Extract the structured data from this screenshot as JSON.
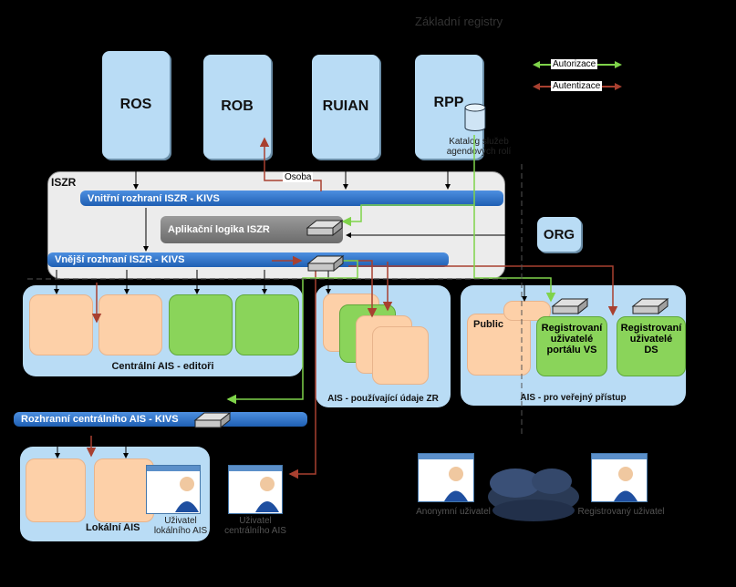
{
  "header": {
    "partial_title": "Základní registry"
  },
  "registries": {
    "ros": "ROS",
    "rob": "ROB",
    "ruian": "RUIAN",
    "rpp": "RPP"
  },
  "catalog": {
    "label_line1": "Katalog služeb",
    "label_line2": "agendových rolí"
  },
  "legend": {
    "authorization": "Autorizace",
    "authentication": "Autentizace",
    "authorization_color": "#7fd34a",
    "authentication_color": "#a84030"
  },
  "iszr": {
    "title": "ISZR",
    "internal_interface": "Vnitřní rozhraní ISZR  - KIVS",
    "app_logic": "Aplikační logika  ISZR",
    "external_interface": "Vnější rozhraní ISZR - KIVS",
    "osoba_label": "Osoba"
  },
  "org": "ORG",
  "central_ais": {
    "label": "Centrální AIS - editoři"
  },
  "ais_zr": {
    "label": "AIS -  používající údaje ZR"
  },
  "ais_public": {
    "label": "AIS -  pro veřejný přístup",
    "public": "Public",
    "reg_portal": [
      "Registrovaní",
      "uživatelé",
      "portálu VS"
    ],
    "reg_ds": [
      "Registrovaní",
      "uživatelé",
      "DS"
    ]
  },
  "central_interface": "Rozhranní centrálního AIS - KIVS",
  "local_ais": {
    "label": "Lokální AIS",
    "user_line1": "Uživatel",
    "user_line2": "lokálního AIS"
  },
  "central_user": {
    "line1": "Uživatel",
    "line2": "centrálního AIS"
  },
  "anon_user": "Anonymní uživatel",
  "registered_user": "Registrovaný uživatel",
  "colors": {
    "blue_box": "#b9dcf5",
    "peach": "#fdd0a8",
    "green": "#8ad45a",
    "bar_blue": "#2a6fc8"
  }
}
